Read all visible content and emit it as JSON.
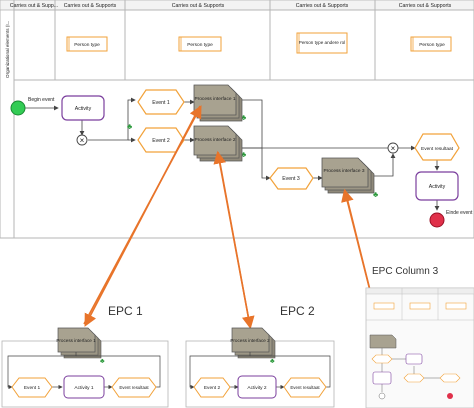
{
  "swimlane": {
    "columns": [
      "Carries out & Supp...",
      "Carries out & Supports",
      "Carries out & Supports",
      "Carries out & Supports",
      "Carries out & Supports"
    ],
    "row_label": "Organizational elements (I..."
  },
  "person_types": [
    "Person type",
    "Person type",
    "Person type andere rol",
    "Person type"
  ],
  "process": {
    "begin_event": "Begin event",
    "activity": "Activity",
    "event1": "Event 1",
    "event2": "Event 2",
    "event3": "Event 3",
    "pi1": "Process interface 1",
    "pi2": "Process interface 2",
    "pi3": "Process interface 3",
    "event_resultaat": "Event resultaat",
    "activity_right": "Activity",
    "einde_event": "Einde event",
    "xor_symbol": "×"
  },
  "callouts": {
    "epc1": "EPC 1",
    "epc2": "EPC 2",
    "epc3": "EPC Column 3"
  },
  "epc1": {
    "pi": "Process interface 1",
    "event": "Event 1",
    "activity": "Activity 1",
    "result": "Event resultaat"
  },
  "epc2": {
    "pi": "Process interface 2",
    "event": "Event 2",
    "activity": "Activity 2",
    "result": "Event resultaat"
  },
  "colors": {
    "event_stroke": "#f2a23a",
    "activity_stroke": "#7b3f9e",
    "interface_fill": "#a8a290",
    "start_fill": "#33cc55",
    "end_fill": "#e0304a",
    "arrow": "#e8742a",
    "flow": "#444444"
  }
}
